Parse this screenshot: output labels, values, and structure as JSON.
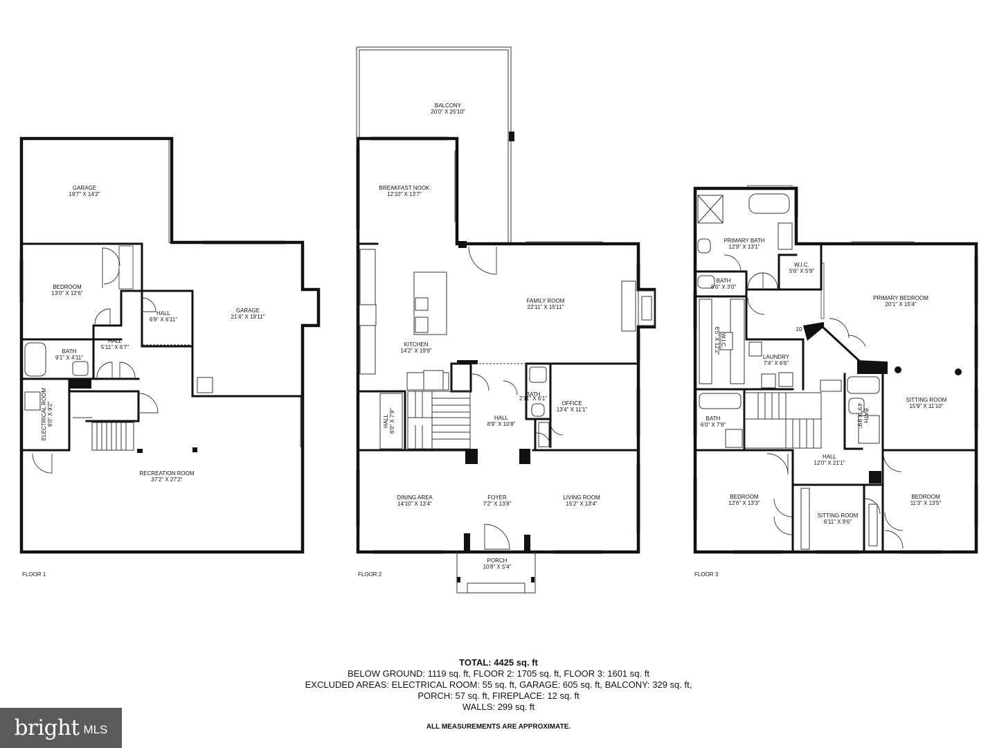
{
  "floors": [
    {
      "label": "FLOOR 1",
      "rooms": [
        {
          "name": "GARAGE",
          "dim": "19'7\" X 14'2\""
        },
        {
          "name": "BEDROOM",
          "dim": "13'0\" X 12'6\""
        },
        {
          "name": "HALL",
          "dim": "6'9\" X 6'11\""
        },
        {
          "name": "GARAGE",
          "dim": "21'4\" X 19'11\""
        },
        {
          "name": "HALL",
          "dim": "5'11\" X 6'7\""
        },
        {
          "name": "BATH",
          "dim": "9'1\" X 4'11\""
        },
        {
          "name": "ELECTRICAL ROOM",
          "dim": "6'0\" X 9'2\""
        },
        {
          "name": "RECREATION ROOM",
          "dim": "37'2\" X 27'2\""
        }
      ]
    },
    {
      "label": "FLOOR 2",
      "rooms": [
        {
          "name": "BALCONY",
          "dim": "20'0\" X 25'10\""
        },
        {
          "name": "BREAKFAST NOOK",
          "dim": "12'10\" X 13'7\""
        },
        {
          "name": "FAMILY ROOM",
          "dim": "22'11\" X 15'11\""
        },
        {
          "name": "KITCHEN",
          "dim": "14'2\" X 19'9\""
        },
        {
          "name": "BATH",
          "dim": "2'11\" X 6'1\""
        },
        {
          "name": "OFFICE",
          "dim": "13'4\" X 11'1\""
        },
        {
          "name": "HALL",
          "dim": "6'0\" X 7'9\""
        },
        {
          "name": "HALL",
          "dim": "8'9\" X 10'8\""
        },
        {
          "name": "DINING AREA",
          "dim": "14'10\" X 13'4\""
        },
        {
          "name": "FOYER",
          "dim": "7'2\" X 13'8\""
        },
        {
          "name": "LIVING ROOM",
          "dim": "15'2\" X 13'4\""
        },
        {
          "name": "PORCH",
          "dim": "10'8\" X 5'4\""
        }
      ]
    },
    {
      "label": "FLOOR 3",
      "rooms": [
        {
          "name": "PRIMARY BATH",
          "dim": "12'9\" X 13'1\""
        },
        {
          "name": "W.I.C.",
          "dim": "5'6\" X 5'9\""
        },
        {
          "name": "BATH",
          "dim": "6'6\" X 3'0\""
        },
        {
          "name": "PRIMARY BEDROOM",
          "dim": "20'1\" X 15'4\""
        },
        {
          "name": "W.I.C.",
          "dim": "6'5\" X 12'2\""
        },
        {
          "name": "LAUNDRY",
          "dim": "7'4\" X 6'6\""
        },
        {
          "name": "SITTING ROOM",
          "dim": "15'9\" X 11'10\""
        },
        {
          "name": "BATH",
          "dim": "6'0\" X 7'9\""
        },
        {
          "name": "BATH",
          "dim": "4'9\" X 9'9\""
        },
        {
          "name": "HALL",
          "dim": "12'0\" X 21'1\""
        },
        {
          "name": "BEDROOM",
          "dim": "12'6\" X 13'3\""
        },
        {
          "name": "SITTING ROOM",
          "dim": "6'11\" X 8'6\""
        },
        {
          "name": "BEDROOM",
          "dim": "11'3\" X 13'5\""
        }
      ]
    }
  ],
  "floor3_partial_label": "10",
  "totals": {
    "title": "TOTAL: 4425 sq. ft",
    "lines": [
      "BELOW GROUND: 1119 sq. ft, FLOOR 2: 1705 sq. ft, FLOOR 3: 1601 sq. ft",
      "EXCLUDED AREAS: ELECTRICAL ROOM: 55 sq. ft, GARAGE: 605 sq. ft, BALCONY: 329 sq. ft,",
      "PORCH: 57 sq. ft, FIREPLACE: 12 sq. ft",
      "WALLS: 299 sq. ft"
    ]
  },
  "disclaimer": "ALL MEASUREMENTS ARE APPROXIMATE.",
  "logo": {
    "brand": "bright",
    "suffix": "MLS"
  }
}
